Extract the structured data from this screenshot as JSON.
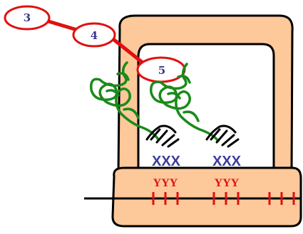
{
  "labels": {
    "site_a": "3",
    "site_b": "4",
    "site_c": "5"
  },
  "anticodons": [
    "XXX",
    "XXX"
  ],
  "codons": [
    "YYY",
    "YYY"
  ],
  "colors": {
    "ribosome_fill": "#fdc89a",
    "outline": "#000000",
    "connector_red": "#e01010",
    "trna_green": "#1a8a1a",
    "anticodon_blue": "#3a3aa0",
    "codon_red": "#e01010"
  }
}
